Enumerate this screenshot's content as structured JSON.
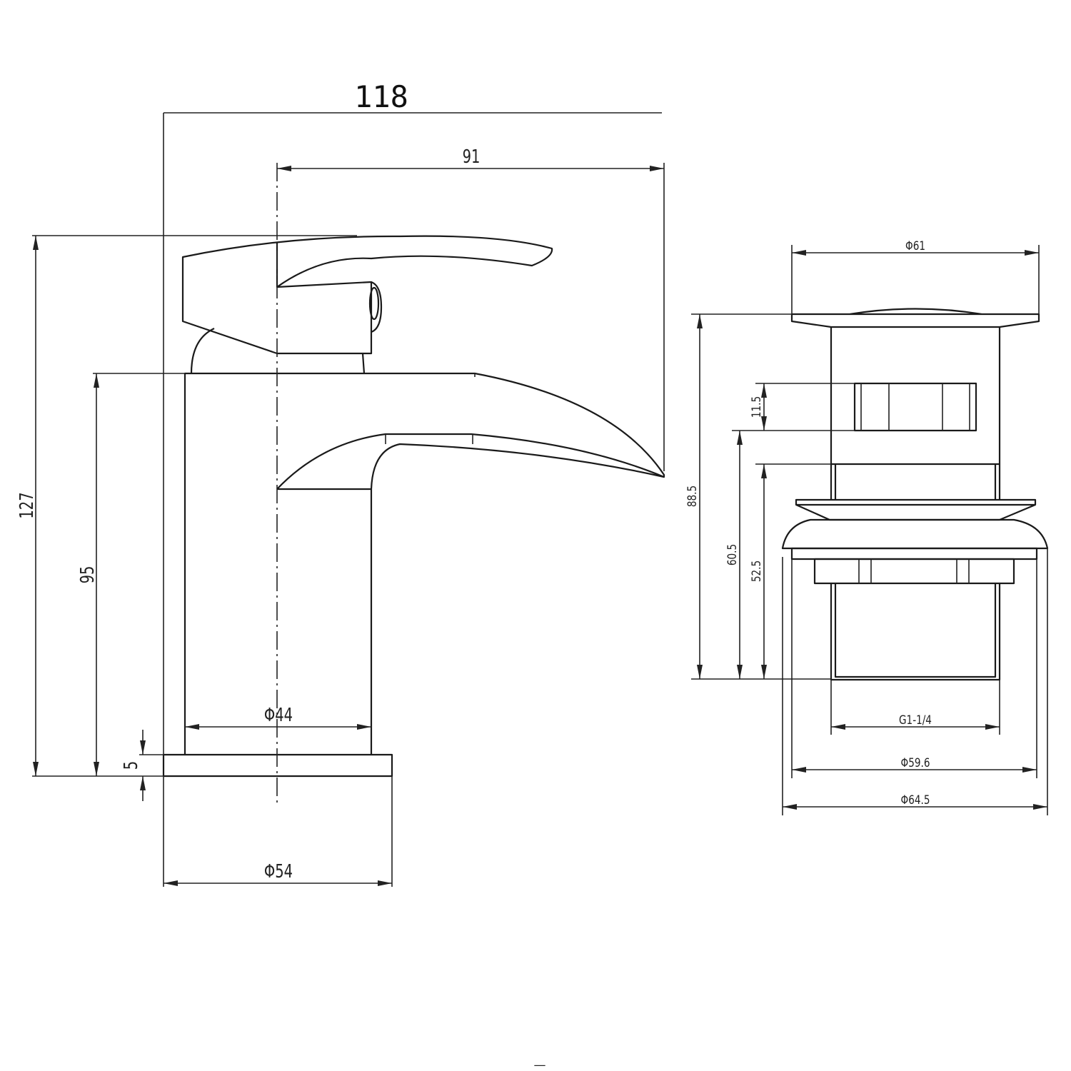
{
  "drawing": {
    "line_color": "#1a1a1a",
    "tap": {
      "overall_length": "118",
      "spout_reach": "91",
      "overall_height": "127",
      "spout_height": "95",
      "base_thickness": "5",
      "body_diameter": "Φ44",
      "base_diameter": "Φ54"
    },
    "waste": {
      "flange_diameter": "Φ61",
      "overall_height": "88.5",
      "button_height": "11.5",
      "dim_60_5": "60.5",
      "dim_52_5": "52.5",
      "thread": "G1-1/4",
      "diameter_59_6": "Φ59.6",
      "diameter_64_5": "Φ64.5"
    },
    "footer_mark": "—"
  }
}
